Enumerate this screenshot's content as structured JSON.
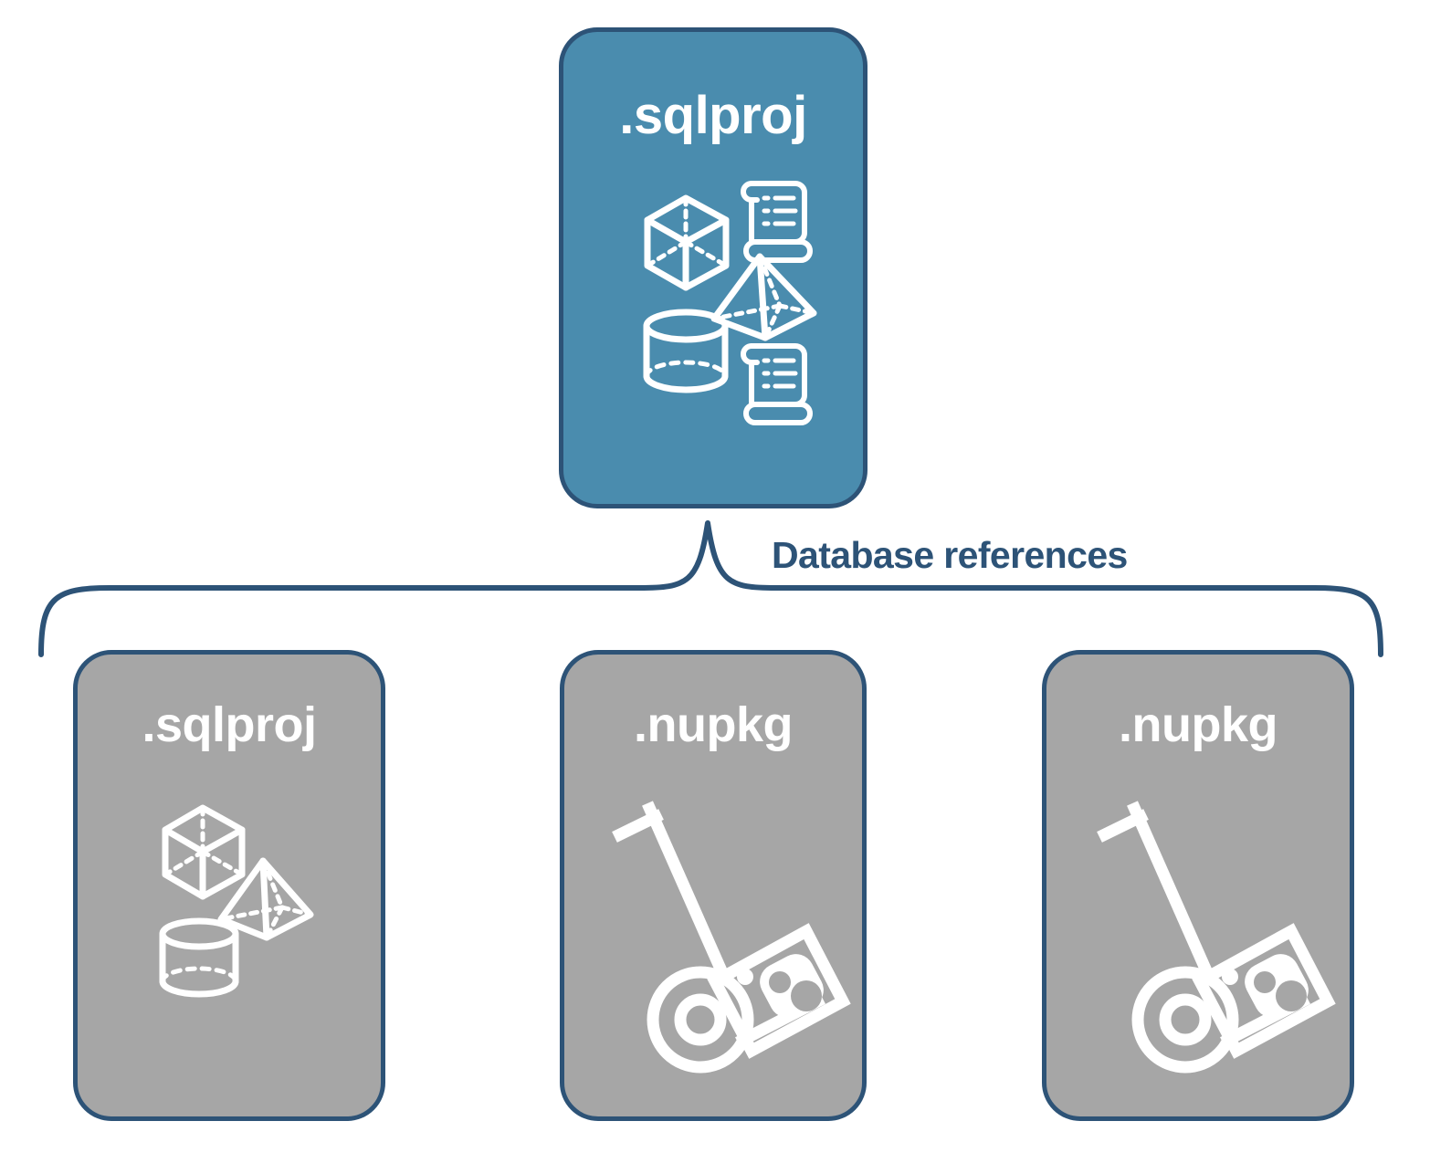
{
  "diagram": {
    "title": "SQL project database references",
    "bracket_label": "Database references",
    "background_color": "#ffffff",
    "stroke_color": "#2D5377",
    "primary_fill": "#4A8CAE",
    "reference_fill": "#A6A6A6",
    "icon_color": "#ffffff"
  },
  "primary": {
    "label": ".sqlproj",
    "fill": "#4A8CAE",
    "icons": [
      "cube-wireframe-icon",
      "scroll-icon",
      "pyramid-wireframe-icon",
      "cylinder-wireframe-icon",
      "scroll-icon"
    ]
  },
  "references": [
    {
      "label": ".sqlproj",
      "fill": "#A6A6A6",
      "art": "shapes",
      "icons": [
        "cube-wireframe-icon",
        "pyramid-wireframe-icon",
        "cylinder-wireframe-icon"
      ]
    },
    {
      "label": ".nupkg",
      "fill": "#A6A6A6",
      "art": "package",
      "icons": [
        "hand-truck-icon",
        "nuget-package-icon"
      ]
    },
    {
      "label": ".nupkg",
      "fill": "#A6A6A6",
      "art": "package",
      "icons": [
        "hand-truck-icon",
        "nuget-package-icon"
      ]
    }
  ]
}
